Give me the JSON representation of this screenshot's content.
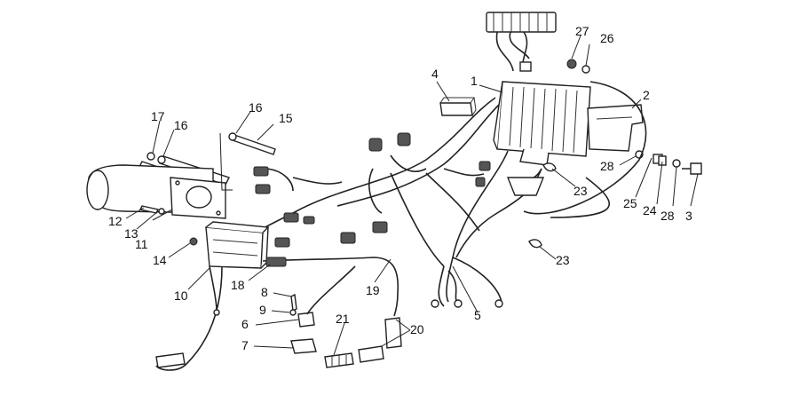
{
  "callouts": [
    {
      "id": "c1",
      "text": "1"
    },
    {
      "id": "c2",
      "text": "2"
    },
    {
      "id": "c3",
      "text": "3"
    },
    {
      "id": "c4",
      "text": "4"
    },
    {
      "id": "c5",
      "text": "5"
    },
    {
      "id": "c6",
      "text": "6"
    },
    {
      "id": "c7",
      "text": "7"
    },
    {
      "id": "c8",
      "text": "8"
    },
    {
      "id": "c9",
      "text": "9"
    },
    {
      "id": "c10",
      "text": "10"
    },
    {
      "id": "c11",
      "text": "11"
    },
    {
      "id": "c12",
      "text": "12"
    },
    {
      "id": "c13",
      "text": "13"
    },
    {
      "id": "c14",
      "text": "14"
    },
    {
      "id": "c15",
      "text": "15"
    },
    {
      "id": "c16a",
      "text": "16"
    },
    {
      "id": "c16b",
      "text": "16"
    },
    {
      "id": "c17",
      "text": "17"
    },
    {
      "id": "c18",
      "text": "18"
    },
    {
      "id": "c19",
      "text": "19"
    },
    {
      "id": "c20",
      "text": "20"
    },
    {
      "id": "c21",
      "text": "21"
    },
    {
      "id": "c23a",
      "text": "23"
    },
    {
      "id": "c23b",
      "text": "23"
    },
    {
      "id": "c24",
      "text": "24"
    },
    {
      "id": "c25",
      "text": "25"
    },
    {
      "id": "c26",
      "text": "26"
    },
    {
      "id": "c27",
      "text": "27"
    },
    {
      "id": "c28a",
      "text": "28"
    },
    {
      "id": "c28b",
      "text": "28"
    }
  ]
}
